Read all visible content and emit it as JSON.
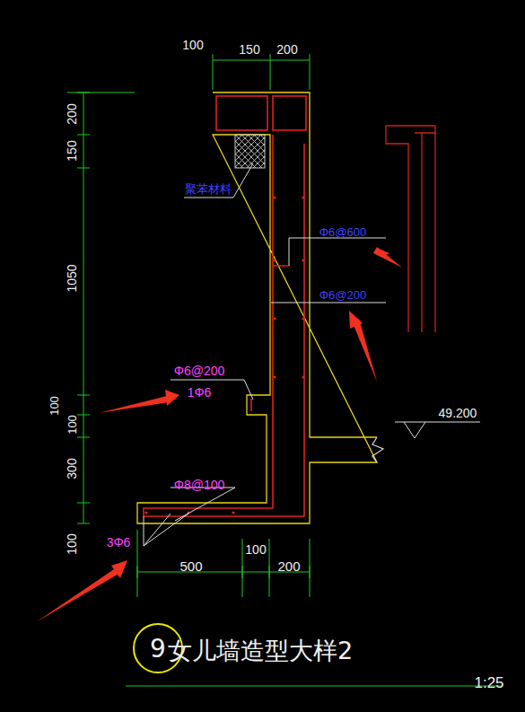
{
  "diagram": {
    "title": "女儿墙造型大样2",
    "nodes": [
      {
        "text": [
          "9"
        ]
      }
    ],
    "labels": [
      "100",
      "150",
      "200",
      "200",
      "150",
      "聚苯材料",
      "Φ6@600",
      "1050",
      "Φ6@200",
      "Φ6@200",
      "1Φ6",
      "100",
      "100",
      "49.200",
      "300",
      "Φ8@100",
      "3Φ6",
      "100",
      "100",
      "500",
      "200",
      "1:25"
    ]
  }
}
